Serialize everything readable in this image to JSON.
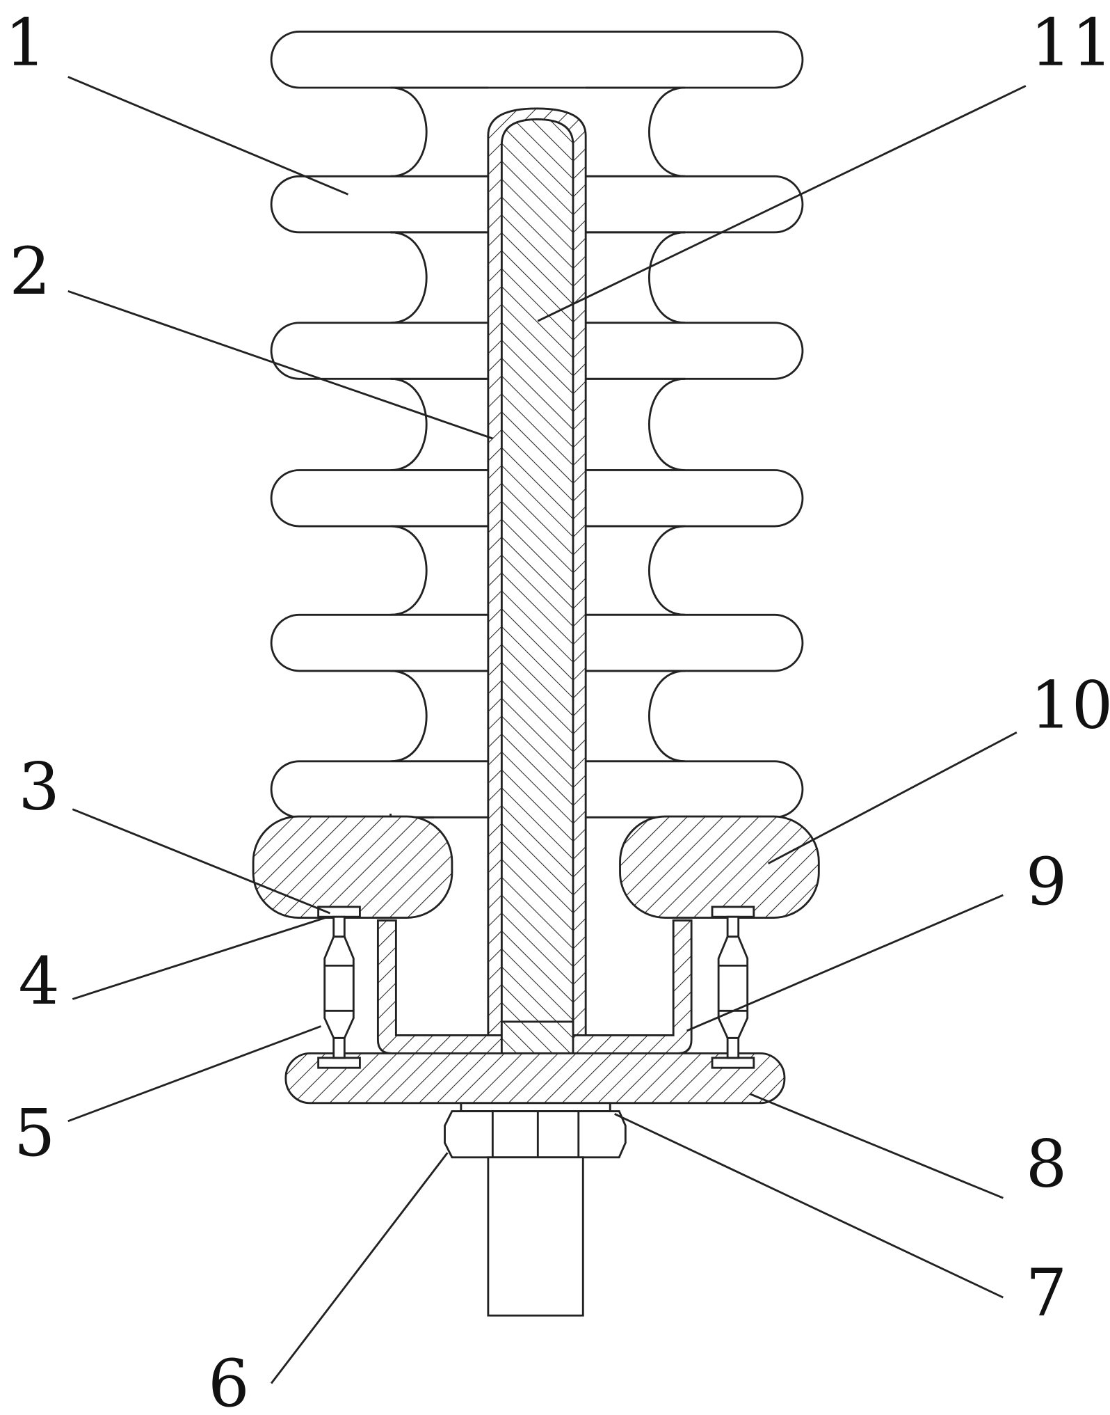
{
  "figure": {
    "labels": {
      "l1": "1",
      "l2": "2",
      "l3": "3",
      "l4": "4",
      "l5": "5",
      "l6": "6",
      "l7": "7",
      "l8": "8",
      "l9": "9",
      "l10": "10",
      "l11": "11"
    }
  }
}
